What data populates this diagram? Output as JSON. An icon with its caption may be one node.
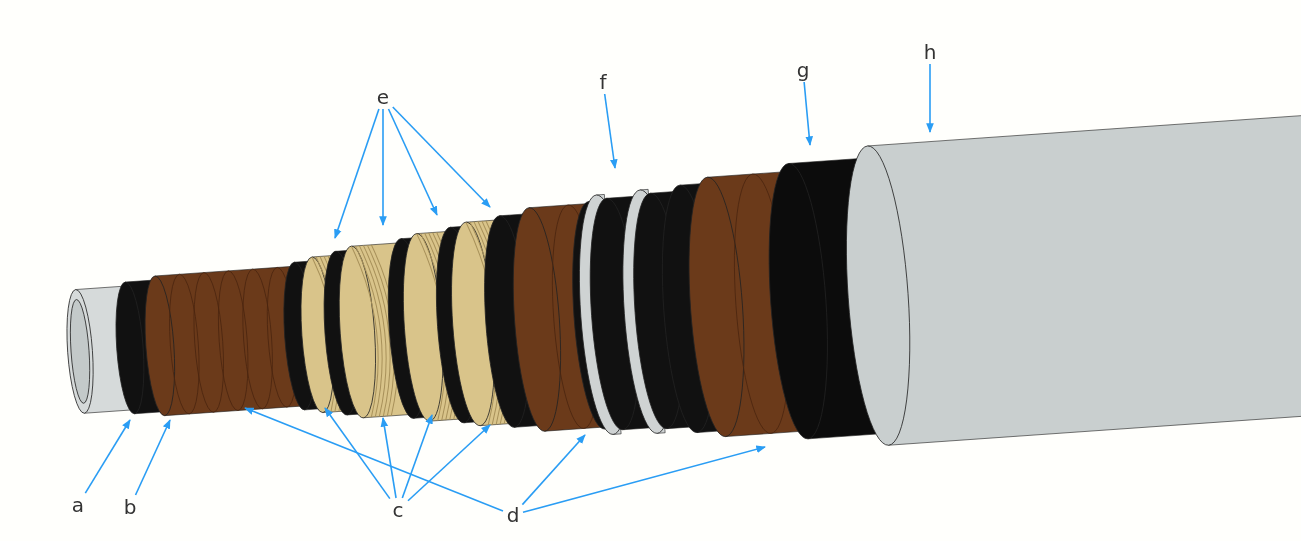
{
  "diagram": {
    "nodes": [
      {
        "text": [
          "a"
        ]
      },
      {
        "text": [
          "b"
        ]
      },
      {
        "text": [
          "c"
        ]
      },
      {
        "text": [
          "d"
        ]
      },
      {
        "text": [
          "e"
        ]
      },
      {
        "text": [
          "f"
        ]
      },
      {
        "text": [
          "g"
        ]
      },
      {
        "text": [
          "h"
        ]
      }
    ],
    "edges": [
      {
        "from": 0,
        "to": null,
        "arrow": "to"
      },
      {
        "from": 1,
        "to": null,
        "arrow": "to"
      },
      {
        "from": 2,
        "to": null,
        "arrow": "to"
      },
      {
        "from": 2,
        "to": null,
        "arrow": "to"
      },
      {
        "from": 2,
        "to": null,
        "arrow": "to"
      },
      {
        "from": 2,
        "to": null,
        "arrow": "to"
      },
      {
        "from": 3,
        "to": null,
        "arrow": "to"
      },
      {
        "from": 3,
        "to": null,
        "arrow": "to"
      },
      {
        "from": 3,
        "to": null,
        "arrow": "to"
      },
      {
        "from": 4,
        "to": null,
        "arrow": "to"
      },
      {
        "from": 4,
        "to": null,
        "arrow": "to"
      },
      {
        "from": 4,
        "to": null,
        "arrow": "to"
      },
      {
        "from": 4,
        "to": null,
        "arrow": "to"
      },
      {
        "from": 5,
        "to": null,
        "arrow": "to"
      },
      {
        "from": 6,
        "to": null,
        "arrow": "to"
      },
      {
        "from": 7,
        "to": null,
        "arrow": "to"
      }
    ]
  }
}
